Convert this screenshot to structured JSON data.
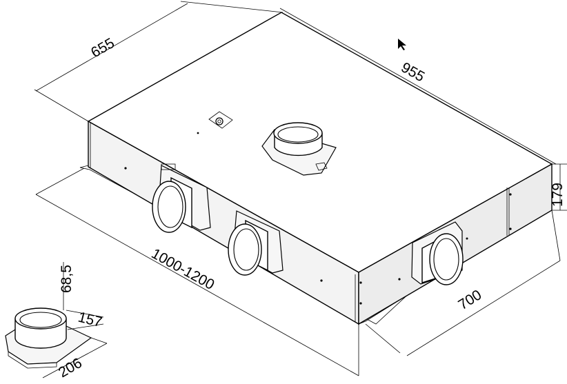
{
  "dimensions": {
    "width_top": "655",
    "length_top": "955",
    "height_side": "179",
    "length_front": "1000-1200",
    "depth_side": "700",
    "spigot_height": "68,5",
    "spigot_diameter": "157",
    "flange_width": "206"
  }
}
